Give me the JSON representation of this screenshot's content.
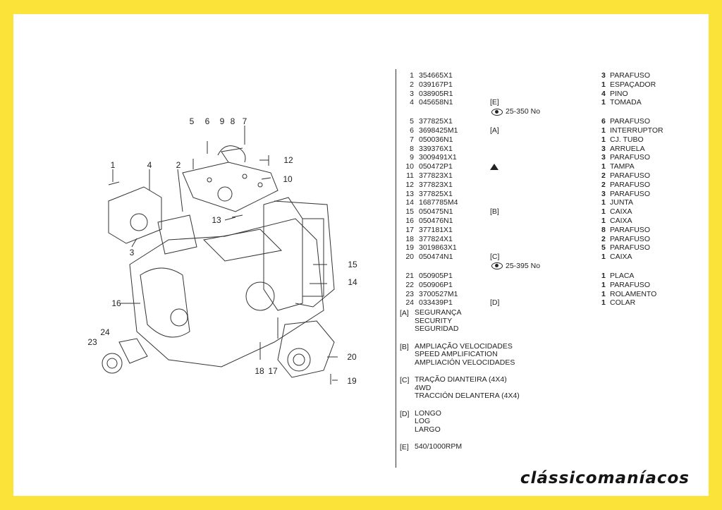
{
  "callouts": [
    "1",
    "2",
    "3",
    "4",
    "5",
    "6",
    "7",
    "8",
    "9",
    "10",
    "12",
    "13",
    "14",
    "15",
    "16",
    "17",
    "18",
    "19",
    "20",
    "23",
    "24"
  ],
  "parts": [
    {
      "num": "1",
      "code": "354665X1",
      "note": "",
      "qty": "3",
      "desc": "PARAFUSO"
    },
    {
      "num": "2",
      "code": "039167P1",
      "note": "",
      "qty": "1",
      "desc": "ESPAÇADOR"
    },
    {
      "num": "3",
      "code": "038905R1",
      "note": "",
      "qty": "4",
      "desc": "PINO"
    },
    {
      "num": "4",
      "code": "045658N1",
      "note": "[E]",
      "qty": "1",
      "desc": "TOMADA"
    },
    {
      "ref": "25-350 No"
    },
    {
      "num": "5",
      "code": "377825X1",
      "note": "",
      "qty": "6",
      "desc": "PARAFUSO"
    },
    {
      "num": "6",
      "code": "3698425M1",
      "note": "[A]",
      "qty": "1",
      "desc": "INTERRUPTOR"
    },
    {
      "num": "7",
      "code": "050036N1",
      "note": "",
      "qty": "1",
      "desc": "CJ. TUBO"
    },
    {
      "num": "8",
      "code": "339376X1",
      "note": "",
      "qty": "3",
      "desc": "ARRUELA"
    },
    {
      "num": "9",
      "code": "3009491X1",
      "note": "",
      "qty": "3",
      "desc": "PARAFUSO"
    },
    {
      "num": "10",
      "code": "050472P1",
      "note": "triangle",
      "qty": "1",
      "desc": "TAMPA"
    },
    {
      "num": "11",
      "code": "377823X1",
      "note": "",
      "qty": "2",
      "desc": "PARAFUSO"
    },
    {
      "num": "12",
      "code": "377823X1",
      "note": "",
      "qty": "2",
      "desc": "PARAFUSO"
    },
    {
      "num": "13",
      "code": "377825X1",
      "note": "",
      "qty": "3",
      "desc": "PARAFUSO"
    },
    {
      "num": "14",
      "code": "1687785M4",
      "note": "",
      "qty": "1",
      "desc": "JUNTA"
    },
    {
      "num": "15",
      "code": "050475N1",
      "note": "[B]",
      "qty": "1",
      "desc": "CAIXA"
    },
    {
      "num": "16",
      "code": "050476N1",
      "note": "",
      "qty": "1",
      "desc": "CAIXA"
    },
    {
      "num": "17",
      "code": "377181X1",
      "note": "",
      "qty": "8",
      "desc": "PARAFUSO"
    },
    {
      "num": "18",
      "code": "377824X1",
      "note": "",
      "qty": "2",
      "desc": "PARAFUSO"
    },
    {
      "num": "19",
      "code": "3019863X1",
      "note": "",
      "qty": "5",
      "desc": "PARAFUSO"
    },
    {
      "num": "20",
      "code": "050474N1",
      "note": "[C]",
      "qty": "1",
      "desc": "CAIXA"
    },
    {
      "ref": "25-395 No"
    },
    {
      "num": "21",
      "code": "050905P1",
      "note": "",
      "qty": "1",
      "desc": "PLACA"
    },
    {
      "num": "22",
      "code": "050906P1",
      "note": "",
      "qty": "1",
      "desc": "PARAFUSO"
    },
    {
      "num": "23",
      "code": "3700527M1",
      "note": "",
      "qty": "1",
      "desc": "ROLAMENTO"
    },
    {
      "num": "24",
      "code": "033439P1",
      "note": "[D]",
      "qty": "1",
      "desc": "COLAR"
    }
  ],
  "legend": [
    {
      "key": "[A]",
      "lines": [
        "SEGURANÇA",
        "SECURITY",
        "SEGURIDAD"
      ]
    },
    {
      "key": "[B]",
      "lines": [
        "AMPLIAÇÃO VELOCIDADES",
        "SPEED AMPLIFICATION",
        "AMPLIACIÓN VELOCIDADES"
      ]
    },
    {
      "key": "[C]",
      "lines": [
        "TRAÇÃO DIANTEIRA (4X4)",
        "4WD",
        "TRACCIÓN DELANTERA (4X4)"
      ]
    },
    {
      "key": "[D]",
      "lines": [
        "LONGO",
        "LOG",
        "LARGO"
      ]
    },
    {
      "key": "[E]",
      "lines": [
        "540/1000RPM"
      ]
    }
  ],
  "brand": "clássicomaníacos"
}
